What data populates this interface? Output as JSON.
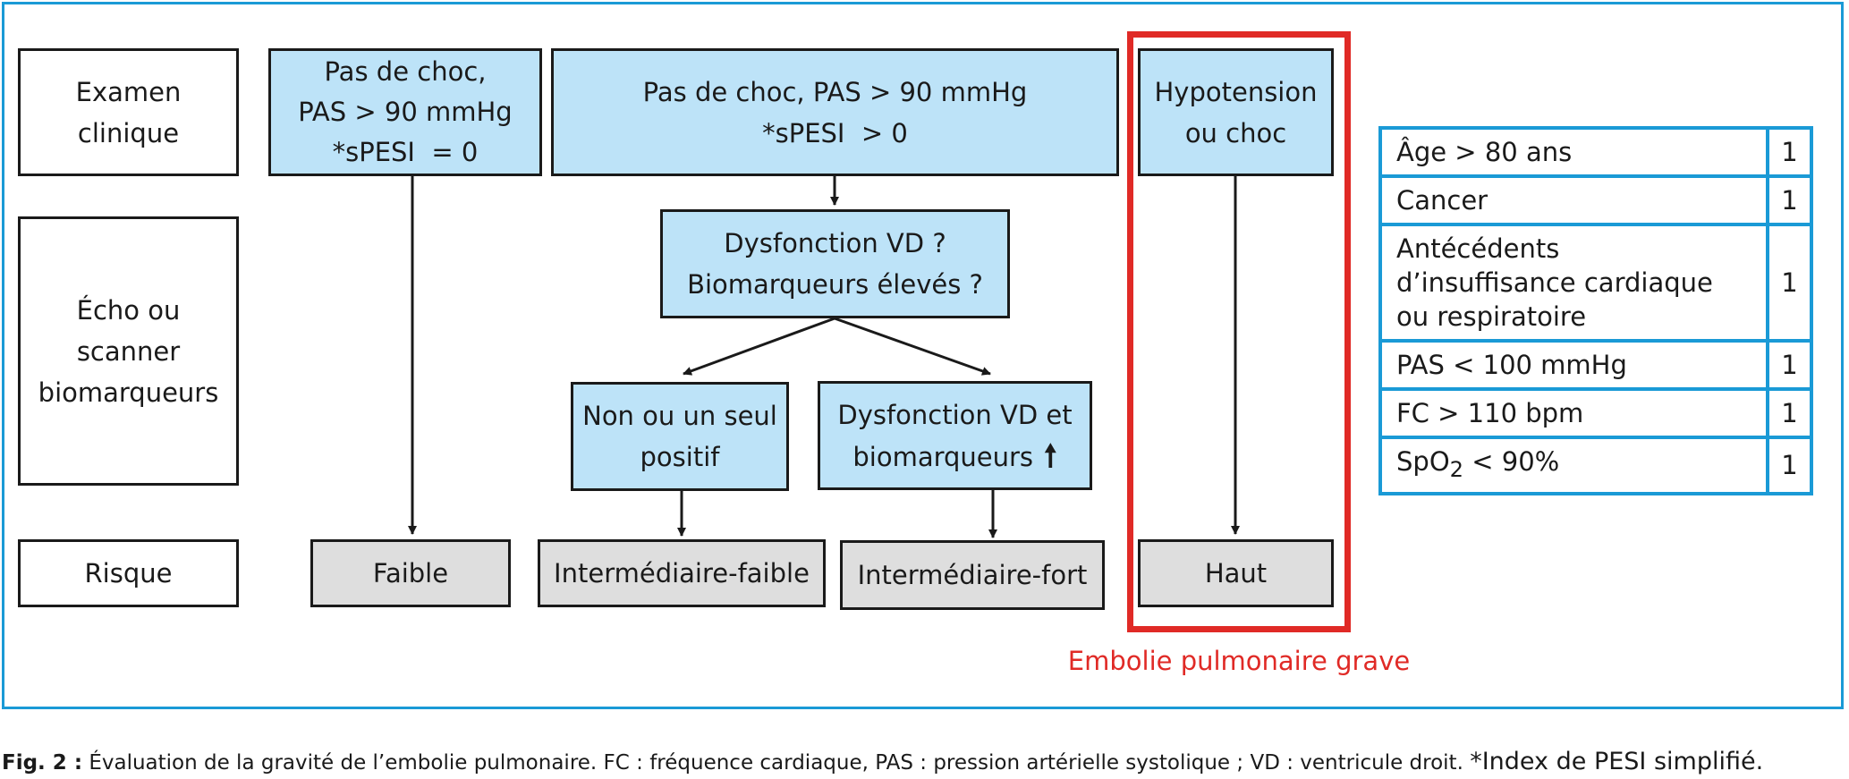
{
  "rows": {
    "exam": [
      "Examen",
      "clinique"
    ],
    "echo": [
      "Écho ou",
      "scanner",
      "biomarqueurs"
    ],
    "risk": "Risque"
  },
  "nodes": {
    "no_shock_low": [
      "Pas de choc,",
      "PAS > 90 mmHg",
      "*sPESI  = 0"
    ],
    "no_shock_pos": [
      "Pas de choc, PAS > 90 mmHg",
      "*sPESI  > 0"
    ],
    "hypotension": [
      "Hypotension",
      "ou choc"
    ],
    "rv_question": [
      "Dysfonction VD ?",
      "Biomarqueurs élevés ?"
    ],
    "none_or_one": [
      "Non ou un seul",
      "positif"
    ],
    "rv_and_bio": [
      "Dysfonction VD et",
      "biomarqueurs"
    ],
    "rv_and_bio_arrow": "🠕"
  },
  "risks": {
    "low": "Faible",
    "int_low": "Intermédiaire-faible",
    "int_high": "Intermédiaire-fort",
    "high": "Haut"
  },
  "severe_label": "Embolie pulmonaire grave",
  "pesi_table": [
    {
      "criterion": "Âge > 80 ans",
      "points": "1"
    },
    {
      "criterion": "Cancer",
      "points": "1"
    },
    {
      "criterion_lines": [
        "Antécédents",
        "d’insuffisance cardiaque",
        "ou respiratoire"
      ],
      "points": "1"
    },
    {
      "criterion": "PAS < 100 mmHg",
      "points": "1"
    },
    {
      "criterion": "FC > 110 bpm",
      "points": "1"
    },
    {
      "criterion_pre": "SpO",
      "criterion_sub": "2",
      "criterion_post": " < 90%",
      "points": "1"
    }
  ],
  "caption": {
    "label": "Fig. 2 :",
    "text": " Évaluation de la gravité de l’embolie pulmonaire. FC : fréquence cardiaque, PAS : pression artérielle systolique ; VD : ventricule droit. ",
    "note": "*Index de PESI simplifié."
  },
  "colors": {
    "frame": "#1a9ad6",
    "node_fill": "#bde3f8",
    "risk_fill": "#dedede",
    "severe": "#e02a26"
  }
}
